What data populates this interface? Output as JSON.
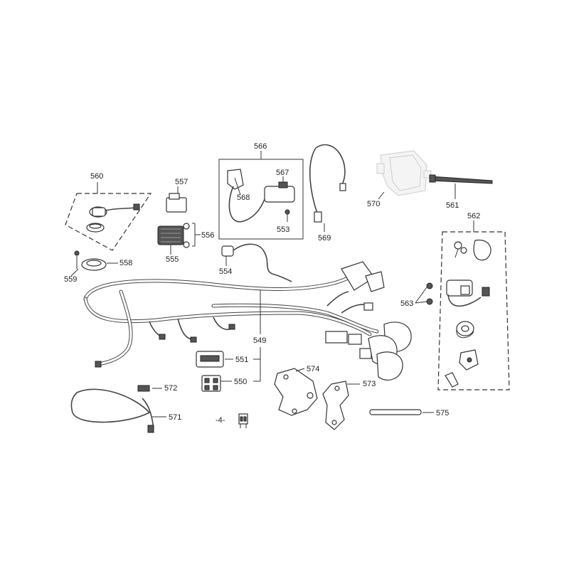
{
  "labels": {
    "p549": "549",
    "p550": "550",
    "p551": "551",
    "p553": "553",
    "p554": "554",
    "p555": "555",
    "p556": "556",
    "p557": "557",
    "p558": "558",
    "p559": "559",
    "p560": "560",
    "p561": "561",
    "p562": "562",
    "p563": "563",
    "p566": "566",
    "p567": "567",
    "p568": "568",
    "p569": "569",
    "p570": "570",
    "p571": "571",
    "p572": "572",
    "p573": "573",
    "p574": "574",
    "p575": "575",
    "p4": "-4-"
  }
}
